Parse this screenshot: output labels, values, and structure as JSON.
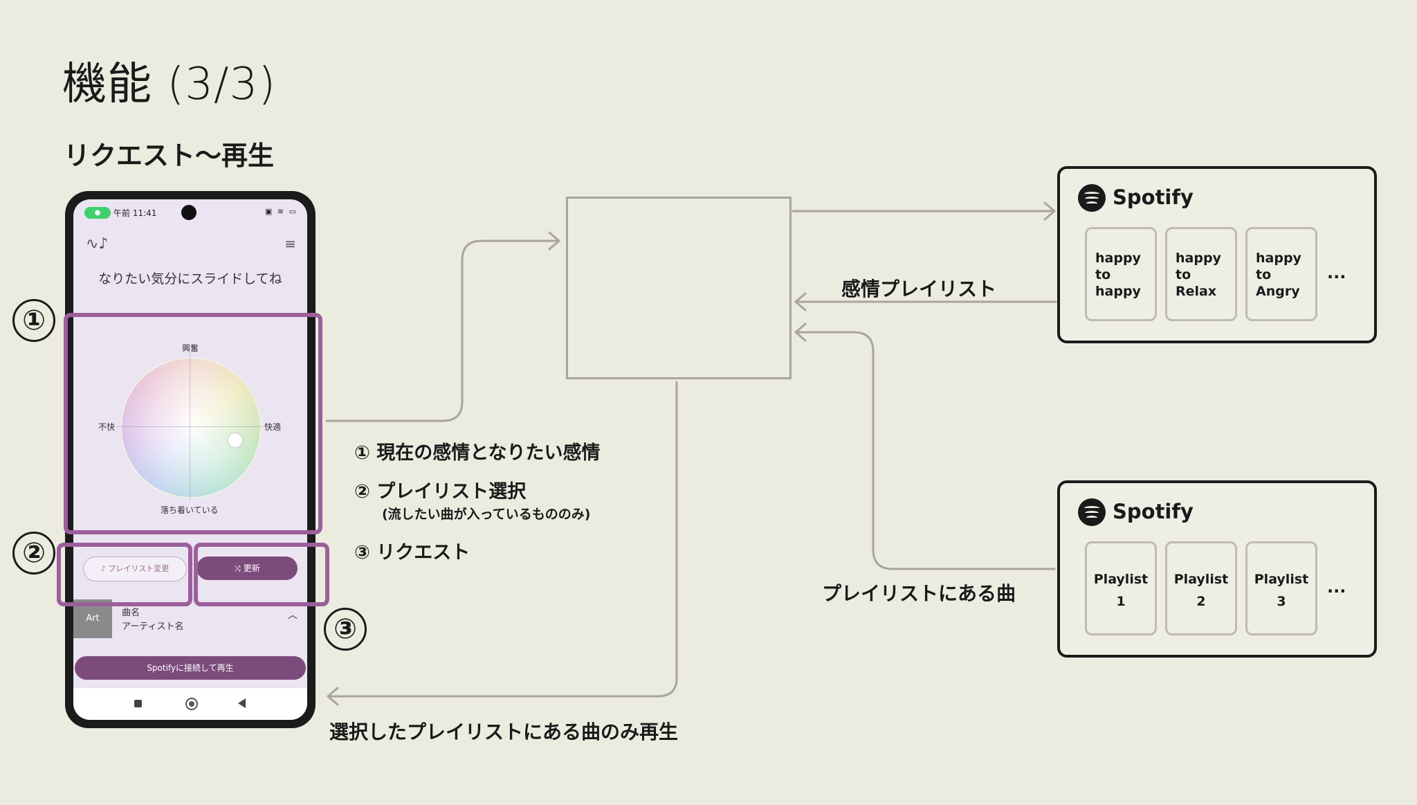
{
  "page": {
    "title": "機能 (3/3)",
    "section": "リクエスト〜再生"
  },
  "phone": {
    "status_time": "午前 11:41",
    "status_icons": "▣ ≋ ▭",
    "mic_icon": "mic-icon",
    "slide_label": "なりたい気分にスライドしてね",
    "axis": {
      "top": "興奮",
      "bottom": "落ち着いている",
      "left": "不快",
      "right": "快適"
    },
    "playlist_change_label": "プレイリスト変更",
    "update_label": "更新",
    "art_label": "Art",
    "song_name": "曲名",
    "artist_name": "アーティスト名",
    "connect_label": "Spotifyに接続して再生",
    "accent_color": "#7c4b7c"
  },
  "markers": [
    "①",
    "②",
    "③"
  ],
  "steps": [
    "① 現在の感情となりたい感情",
    "② プレイリスト選択",
    "③ リクエスト"
  ],
  "step2_note": "(流したい曲が入っているもののみ)",
  "edges": {
    "emotion_playlists": "感情プレイリスト",
    "songs_in_playlist": "プレイリストにある曲",
    "play_selected": "選択したプレイリストにある曲のみ再生"
  },
  "spotify_top": {
    "name": "Spotify",
    "cards": [
      [
        "happy",
        "to",
        "happy"
      ],
      [
        "happy",
        "to",
        "Relax"
      ],
      [
        "happy",
        "to",
        "Angry"
      ]
    ],
    "ellipsis": "..."
  },
  "spotify_bottom": {
    "name": "Spotify",
    "cards": [
      [
        "Playlist",
        "1"
      ],
      [
        "Playlist",
        "2"
      ],
      [
        "Playlist",
        "3"
      ]
    ],
    "ellipsis": "..."
  },
  "colors": {
    "highlight": "#9b5f9b",
    "arrow": "#a8a69c",
    "background": "#ecebe0"
  }
}
